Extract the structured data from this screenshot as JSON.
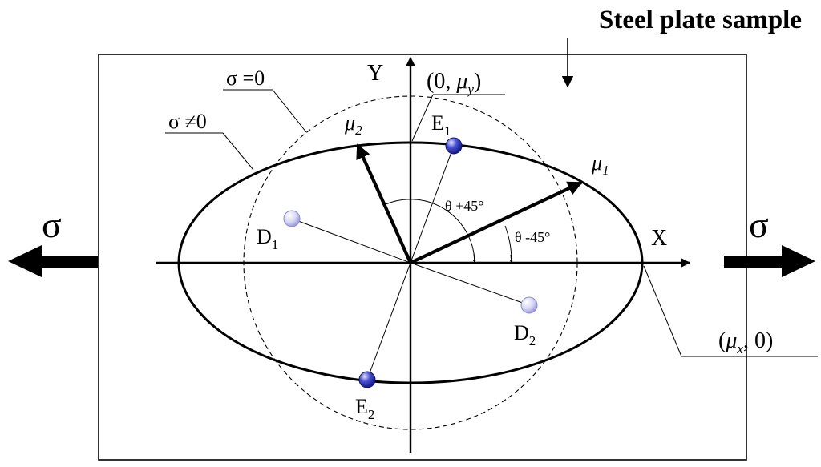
{
  "diagram": {
    "title": "Steel plate sample",
    "sigma_left": "σ",
    "sigma_right": "σ",
    "axis_x": "X",
    "axis_y": "Y",
    "label_sigma_zero": "σ =0",
    "label_sigma_nonzero": "σ ≠0",
    "label_mu_y_open": "(0, ",
    "label_mu_y_mu": "μ",
    "label_mu_y_sub": "y",
    "label_mu_y_close": ")",
    "label_mu_x_open": "(",
    "label_mu_x_mu": "μ",
    "label_mu_x_sub": "x",
    "label_mu_x_close": ", 0)",
    "mu1_base": "μ",
    "mu1_sub": "1",
    "mu2_base": "μ",
    "mu2_sub": "2",
    "e1_base": "E",
    "e1_sub": "1",
    "e2_base": "E",
    "e2_sub": "2",
    "d1_base": "D",
    "d1_sub": "1",
    "d2_base": "D",
    "d2_sub": "2",
    "angle_plus": "θ +45°",
    "angle_minus": "θ -45°",
    "colors": {
      "line": "#000000",
      "sensor_e": "#2c34c8",
      "sensor_d": "#c8c8f2"
    }
  }
}
